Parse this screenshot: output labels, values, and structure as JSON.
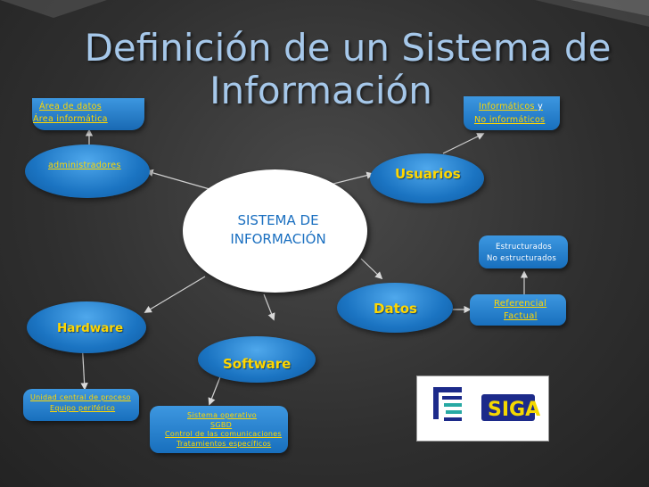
{
  "title": {
    "line1": "Definición de un Sistema de",
    "line2": "Información"
  },
  "center": {
    "line1": "SISTEMA DE",
    "line2": "INFORMACIÓN"
  },
  "nodes": {
    "usuarios": "Usuarios",
    "datos": "Datos",
    "software": "Software",
    "hardware": "Hardware",
    "administradores": "administradores"
  },
  "areas": {
    "line1": "Área de datos",
    "line2": "Área informática"
  },
  "usuarios_box": {
    "informaticos": "Informáticos",
    "y": " y",
    "no_informaticos": "No informáticos"
  },
  "estructura_box": {
    "line1": "Estructurados",
    "line2": "No estructurados"
  },
  "referencial_box": {
    "line1": "Referencial",
    "line2": "Factual"
  },
  "hardware_box": {
    "line1": "Unidad  central de proceso",
    "line2": "Equipo periférico"
  },
  "software_box": {
    "line1": "Sistema operativo",
    "line2": "SGBD",
    "line3": "Control de las comunicaciones",
    "line4": "Tratamientos específicos"
  },
  "logo": {
    "text": "SIGA",
    "icon": "siga-logo-icon"
  },
  "colors": {
    "background": "#2f2f2f",
    "accent": "#a6c8ea",
    "node_blue": "#1b74c2",
    "label_yellow": "#ffd700"
  }
}
